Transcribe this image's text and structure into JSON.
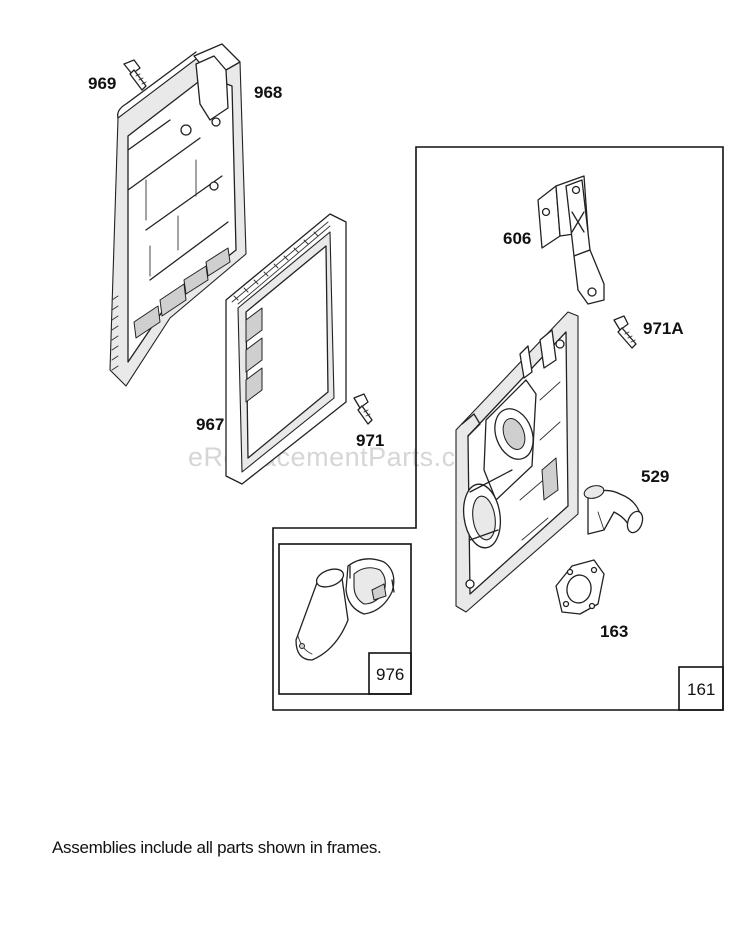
{
  "watermark": "eReplacementParts.com",
  "footnote": "Assemblies include all parts shown in frames.",
  "parts": {
    "p969": "969",
    "p968": "968",
    "p606": "606",
    "p971A": "971A",
    "p967": "967",
    "p971": "971",
    "p529": "529",
    "p163": "163"
  },
  "assemblies": {
    "a161": "161",
    "a976": "976"
  }
}
